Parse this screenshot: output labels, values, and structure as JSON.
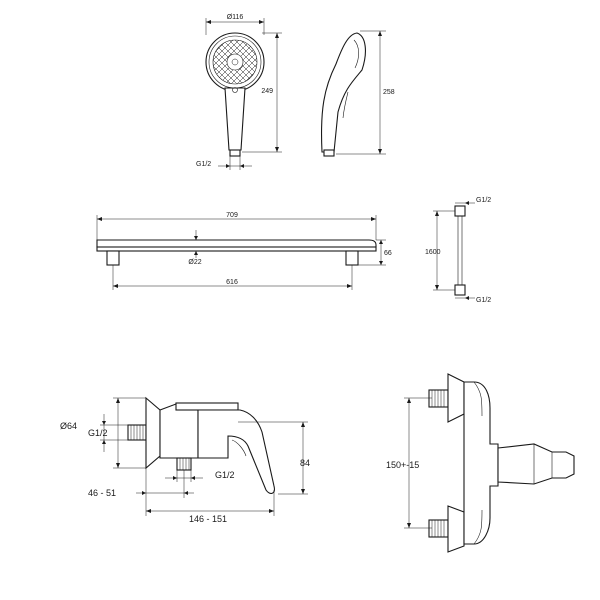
{
  "dimensions": {
    "handshower_diameter": "Ø116",
    "handshower_height": "249",
    "handshower_side_height": "258",
    "handshower_connection": "G1/2",
    "bar_length": "709",
    "bar_tube_diameter": "Ø22",
    "bar_centers": "616",
    "bar_depth": "66",
    "hose_top_connection": "G1/2",
    "hose_length": "1600",
    "hose_bottom_connection": "G1/2",
    "mixer_flange_diameter": "Ø64",
    "mixer_inlet_connection": "G1/2",
    "mixer_outlet_connection": "G1/2",
    "mixer_height": "84",
    "mixer_inlet_depth": "46 - 51",
    "mixer_total_depth": "146 - 151",
    "mixer_inlet_centers": "150+-15"
  }
}
